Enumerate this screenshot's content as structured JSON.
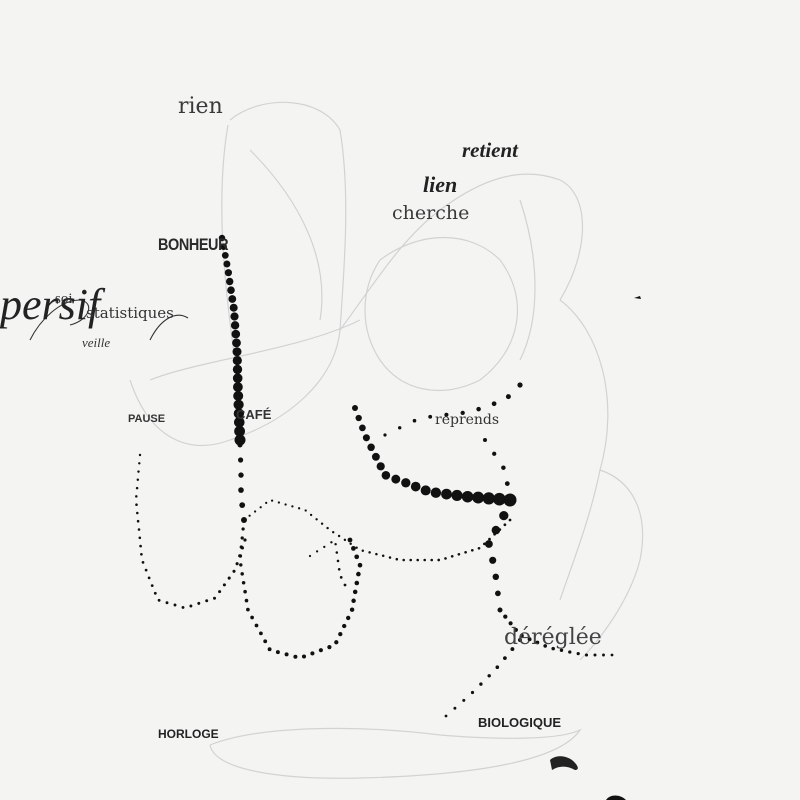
{
  "words": {
    "rien": "rien",
    "retient": "retient",
    "lien": "lien",
    "cherche": "cherche",
    "bonheur": "BONHEUR",
    "persif": "persif",
    "soi": "soi",
    "statistiques": "statistiques",
    "veille": "veille",
    "pause": "PAUSE",
    "cafe": "CAFÉ",
    "reprends": "reprends",
    "dereglee": "déréglée",
    "horloge": "HORLOGE",
    "biologique": "BIOLOGIQUE"
  },
  "colors": {
    "background": "#f4f4f3",
    "ink": "#111111",
    "sketch": "#c9c9c9",
    "text": "#3a3a3a"
  }
}
